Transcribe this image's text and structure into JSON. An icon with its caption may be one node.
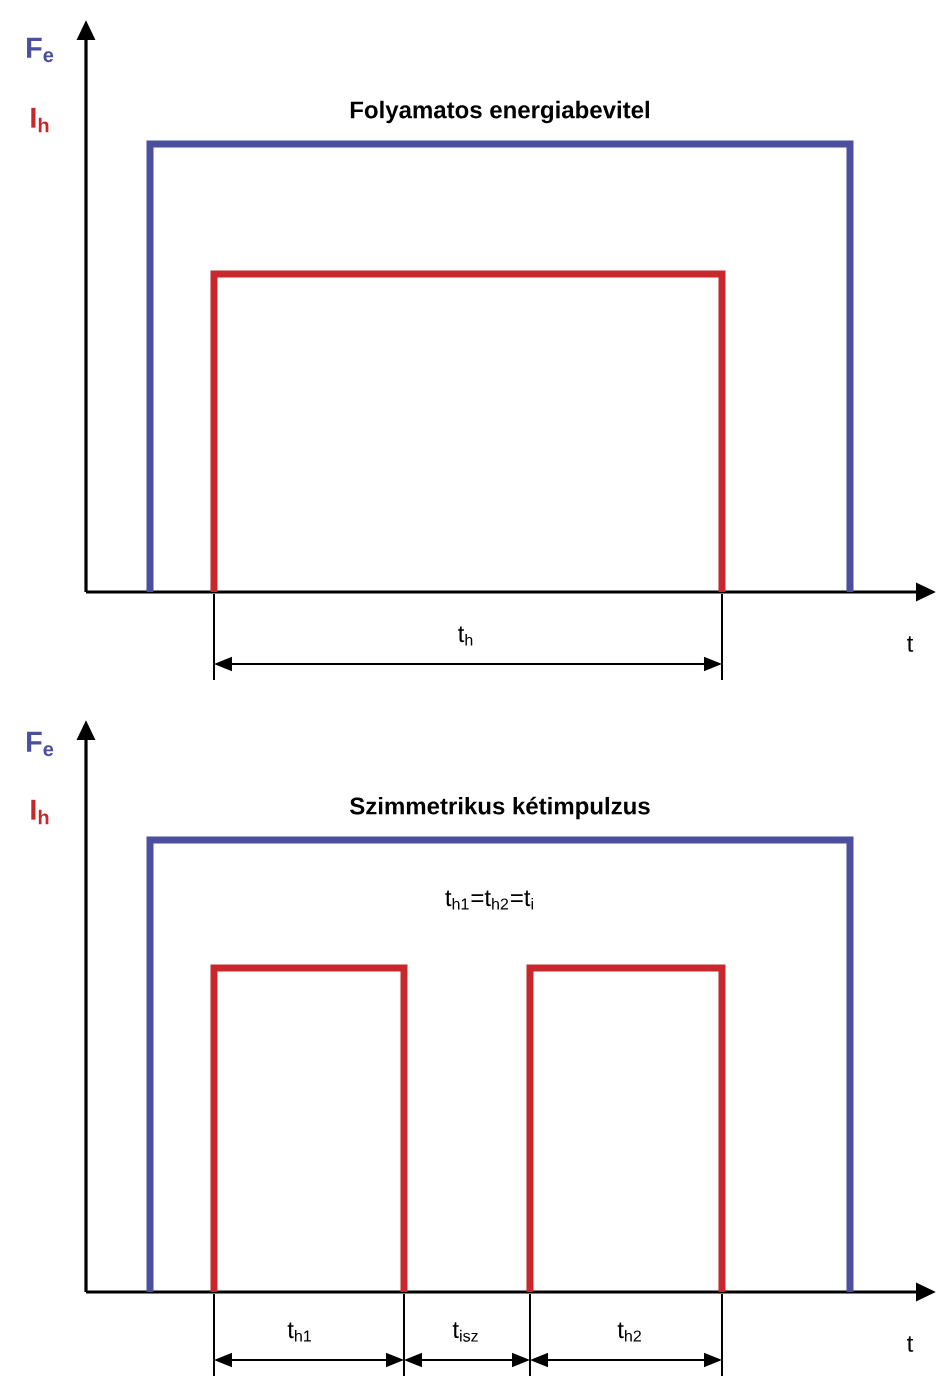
{
  "diagram": {
    "labels": [
      "F$_{e}$",
      "I$_{h}$",
      "Folyamatos energiabevitel",
      "t$_{h}$",
      "t",
      "F$_{e}$",
      "I$_{h}$",
      "Szimmetrikus kétimpulzus",
      "t$_{h1}$=t$_{h2}$=t$_{i}$",
      "t$_{h1}$",
      "t$_{isz}$",
      "t$_{h2}$",
      "t"
    ]
  }
}
